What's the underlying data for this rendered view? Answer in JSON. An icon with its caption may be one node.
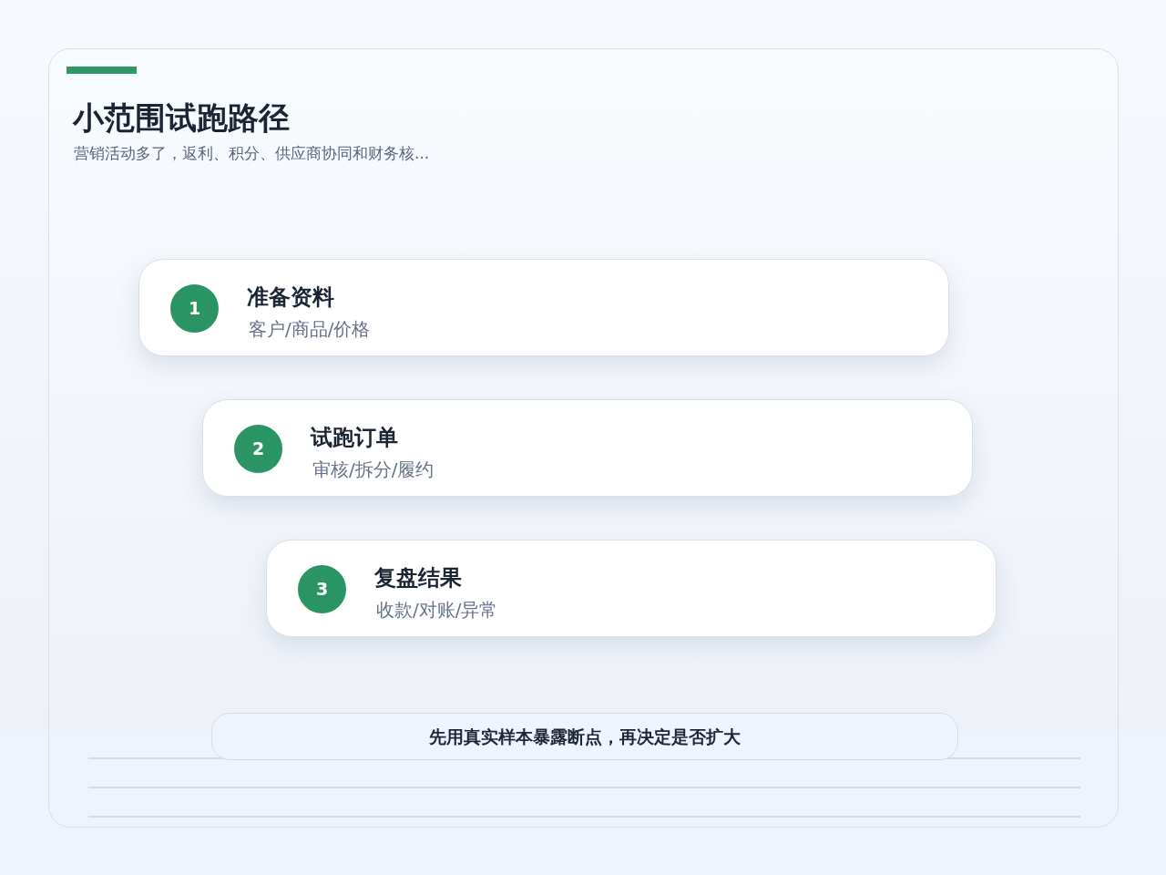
{
  "diagram": {
    "title": "小范围试跑路径",
    "nodes": [
      {
        "text": [
          "准备资料",
          "客户/商品/价格"
        ]
      },
      {
        "text": [
          "1"
        ],
        "in": 0
      },
      {
        "text": [
          "试跑订单",
          "审核/拆分/履约"
        ]
      },
      {
        "text": [
          "2"
        ],
        "in": 2
      },
      {
        "text": [
          "复盘结果",
          "收款/对账/异常"
        ]
      },
      {
        "text": [
          "3"
        ],
        "in": 4
      },
      {
        "text": [
          "先用真实样本暴露断点，再决定是否扩大"
        ]
      }
    ],
    "edges": [],
    "labels": [
      "营销活动多了，返利、积分、供应商协同和财务核..."
    ]
  }
}
